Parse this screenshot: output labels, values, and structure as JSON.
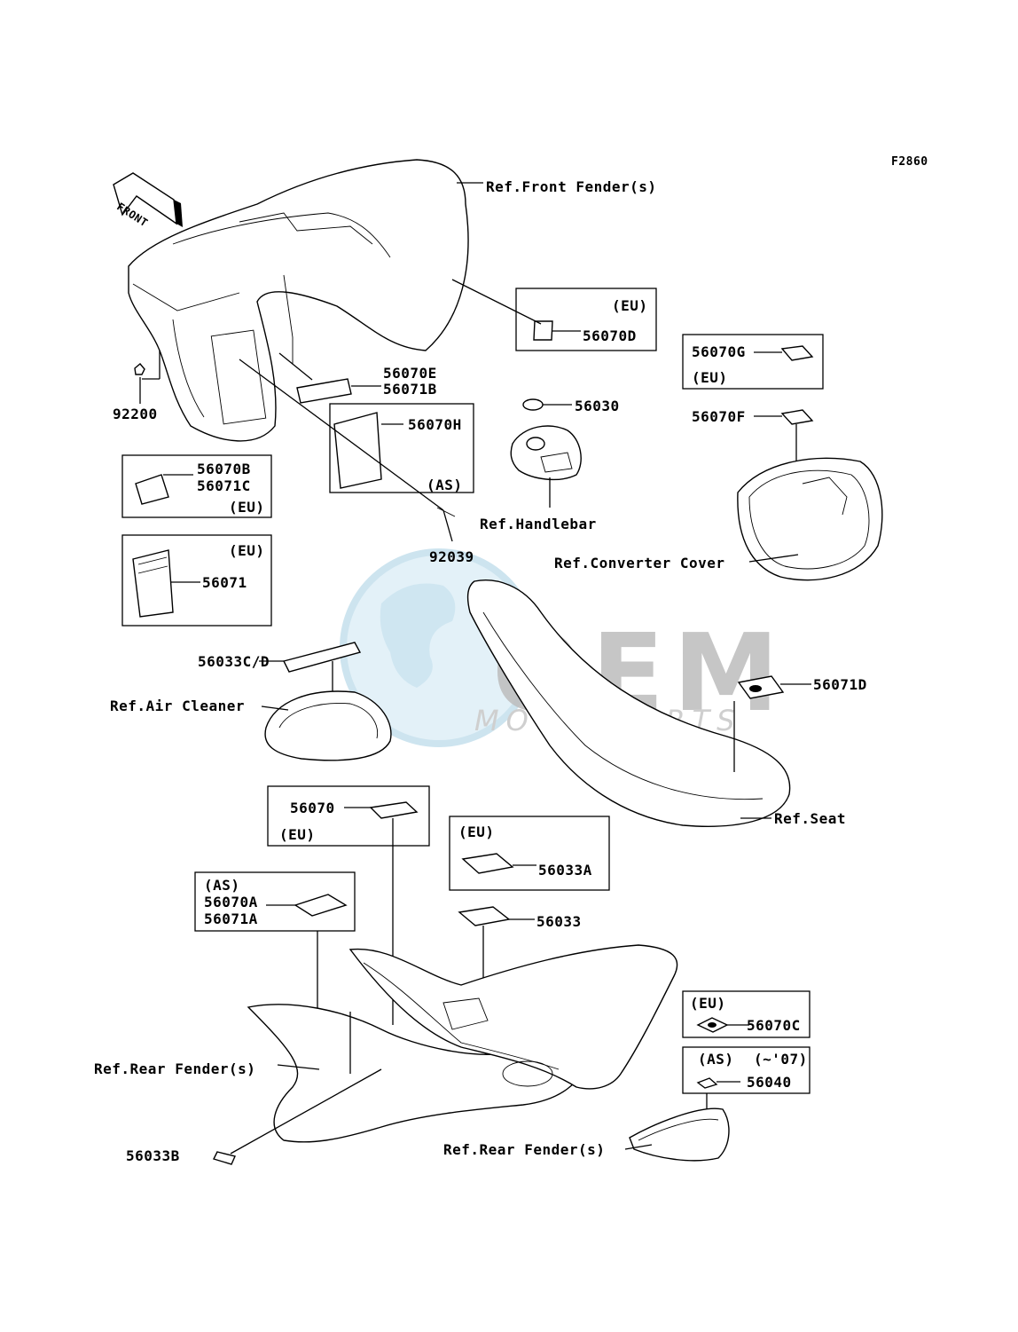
{
  "figure_code": "F2860",
  "front_arrow": "FRONT",
  "watermark": {
    "brand": "OEM",
    "sub": "MOTORPARTS"
  },
  "labels": {
    "ref_front_fender": "Ref.Front Fender(s)",
    "eu_1": "(EU)",
    "p56070D": "56070D",
    "p56070G": "56070G",
    "eu_2": "(EU)",
    "p56070E": "56070E",
    "p56071B": "56071B",
    "p92200": "92200",
    "p56030": "56030",
    "p56070F": "56070F",
    "p56070H": "56070H",
    "as_1": "(AS)",
    "p56070B": "56070B",
    "p56071C": "56071C",
    "eu_3": "(EU)",
    "ref_handlebar": "Ref.Handlebar",
    "p92039": "92039",
    "ref_converter_cover": "Ref.Converter Cover",
    "eu_4": "(EU)",
    "p56071": "56071",
    "p56033CD": "56033C/D",
    "p56071D": "56071D",
    "ref_air_cleaner": "Ref.Air Cleaner",
    "p56070": "56070",
    "eu_5": "(EU)",
    "ref_seat": "Ref.Seat",
    "eu_6": "(EU)",
    "p56033A": "56033A",
    "as_2": "(AS)",
    "p56070A": "56070A",
    "p56071A": "56071A",
    "p56033": "56033",
    "eu_7": "(EU)",
    "p56070C": "56070C",
    "ref_rear_fender_1": "Ref.Rear Fender(s)",
    "as_3": "(AS)",
    "year_07": "(~'07)",
    "p56040": "56040",
    "p56033B": "56033B",
    "ref_rear_fender_2": "Ref.Rear Fender(s)"
  }
}
